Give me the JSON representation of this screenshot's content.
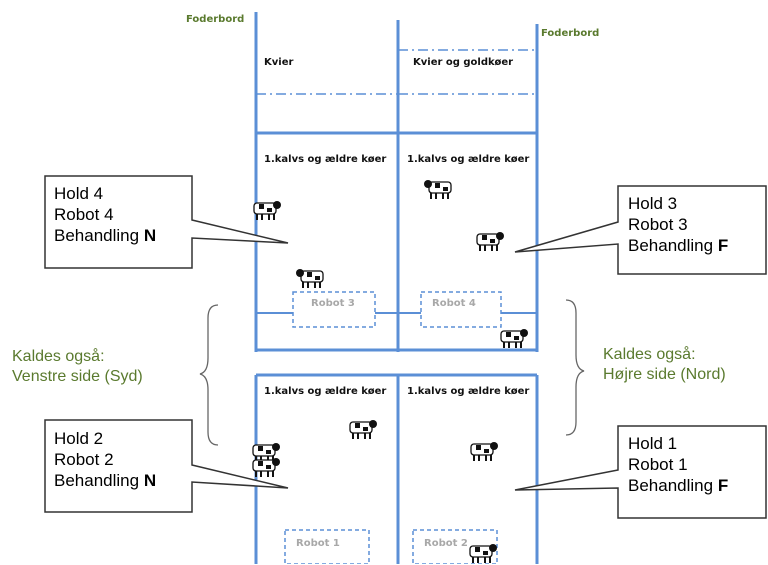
{
  "labels": {
    "feed_left": "Foderbord",
    "feed_right": "Foderbord",
    "heifers": "Kvier",
    "heifers_dry": "Kvier og goldkøer",
    "pen_top_left": "1.kalvs og ældre køer",
    "pen_top_right": "1.kalvs og ældre køer",
    "pen_bottom_left": "1.kalvs og ældre køer",
    "pen_bottom_right": "1.kalvs og ældre køer",
    "robot3": "Robot 3",
    "robot4": "Robot 4",
    "robot1": "Robot 1",
    "robot2": "Robot 2"
  },
  "callouts": {
    "hold4": {
      "line1": "Hold 4",
      "line2": "Robot 4",
      "line3": "Behandling",
      "code": "N"
    },
    "hold3": {
      "line1": "Hold 3",
      "line2": "Robot 3",
      "line3": "Behandling",
      "code": "F"
    },
    "hold2": {
      "line1": "Hold 2",
      "line2": "Robot 2",
      "line3": "Behandling",
      "code": "N"
    },
    "hold1": {
      "line1": "Hold 1",
      "line2": "Robot 1",
      "line3": "Behandling",
      "code": "F"
    }
  },
  "sides": {
    "left": {
      "line1": "Kaldes også:",
      "line2": "Venstre side (Syd)"
    },
    "right": {
      "line1": "Kaldes også:",
      "line2": "Højre side (Nord)"
    }
  },
  "colors": {
    "wall": "#5b8fd6",
    "accent_green": "#5a7a2e",
    "robot_box": "#5b8fd6"
  }
}
